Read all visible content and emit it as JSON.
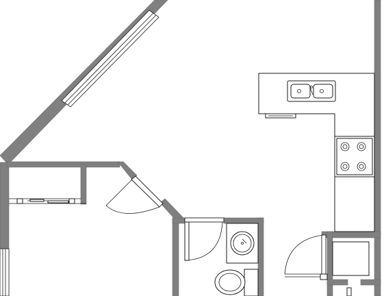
{
  "plan": {
    "type": "floor-plan",
    "colors": {
      "wall": "#808080",
      "line": "#1a1a1a",
      "background": "#ffffff"
    },
    "spaces": [
      {
        "id": "kitchen",
        "fixtures": [
          "double-sink",
          "cooktop-four-burner",
          "counter"
        ]
      },
      {
        "id": "bathroom",
        "fixtures": [
          "sink",
          "toilet"
        ]
      },
      {
        "id": "closet",
        "fixtures": [
          "shelf"
        ]
      },
      {
        "id": "utility",
        "fixtures": [
          "appliance-box"
        ]
      }
    ],
    "doors": [
      "closet-door",
      "bathroom-door",
      "utility-door",
      "diagonal-hall-door"
    ],
    "windows": [
      "diagonal-window",
      "left-window"
    ]
  }
}
